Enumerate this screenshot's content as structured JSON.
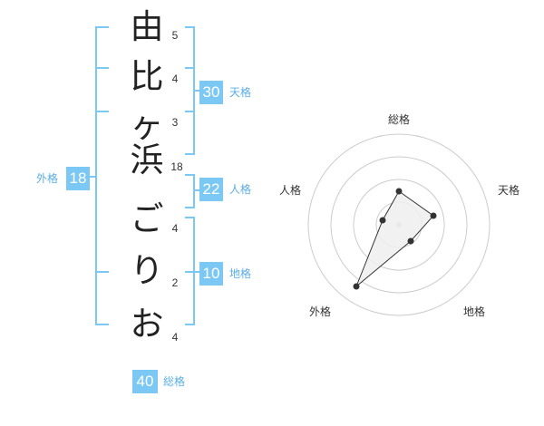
{
  "name_chars": [
    "由",
    "比",
    "ヶ",
    "浜",
    "ご",
    "り",
    "お"
  ],
  "stroke_counts": [
    "5",
    "4",
    "3",
    "18",
    "4",
    "2",
    "4"
  ],
  "kaku": {
    "tenkaku": {
      "value": "30",
      "label": "天格"
    },
    "jinkaku": {
      "value": "22",
      "label": "人格"
    },
    "chikaku": {
      "value": "10",
      "label": "地格"
    },
    "gaikaku": {
      "value": "18",
      "label": "外格"
    },
    "soukaku": {
      "value": "40",
      "label": "総格"
    }
  },
  "radar": {
    "labels": {
      "top": "総格",
      "right": "天格",
      "bottom_right": "地格",
      "bottom_left": "外格",
      "left": "人格"
    },
    "levels": 4,
    "colors": {
      "ring": "#cccccc",
      "fill": "#eeeeee",
      "line": "#333333",
      "point": "#333333",
      "bracket": "#7cc8f4"
    }
  }
}
